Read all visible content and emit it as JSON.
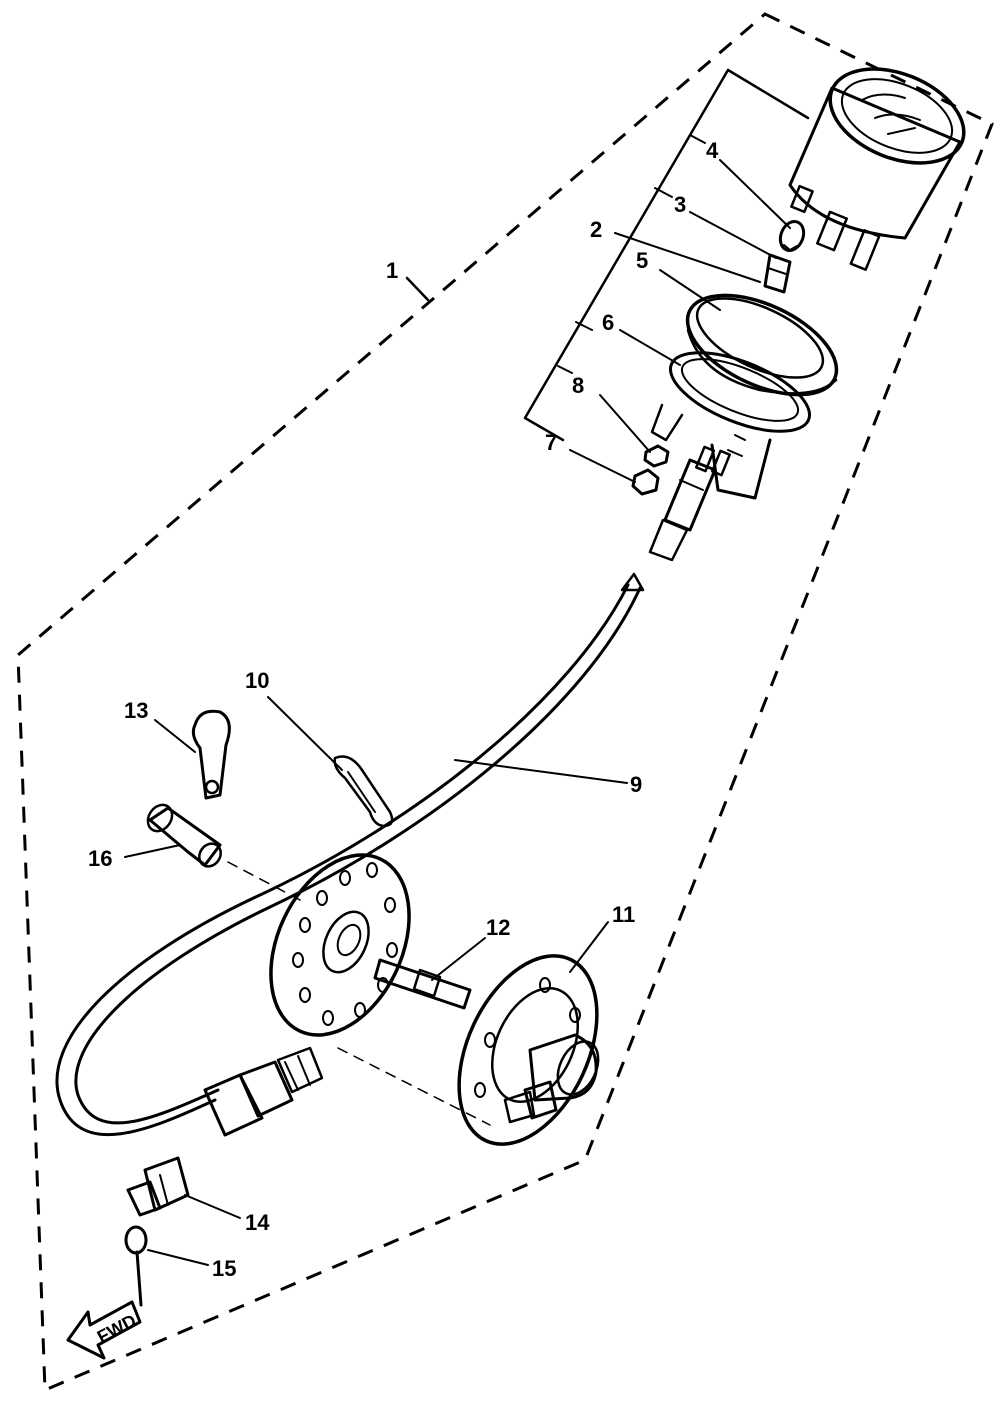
{
  "callouts": {
    "c1": "1",
    "c2": "2",
    "c3": "3",
    "c4": "4",
    "c5": "5",
    "c6": "6",
    "c7": "7",
    "c8": "8",
    "c9": "9",
    "c10": "10",
    "c11": "11",
    "c12": "12",
    "c13": "13",
    "c14": "14",
    "c15": "15",
    "c16": "16"
  },
  "direction_arrow": {
    "label": "FWD"
  }
}
